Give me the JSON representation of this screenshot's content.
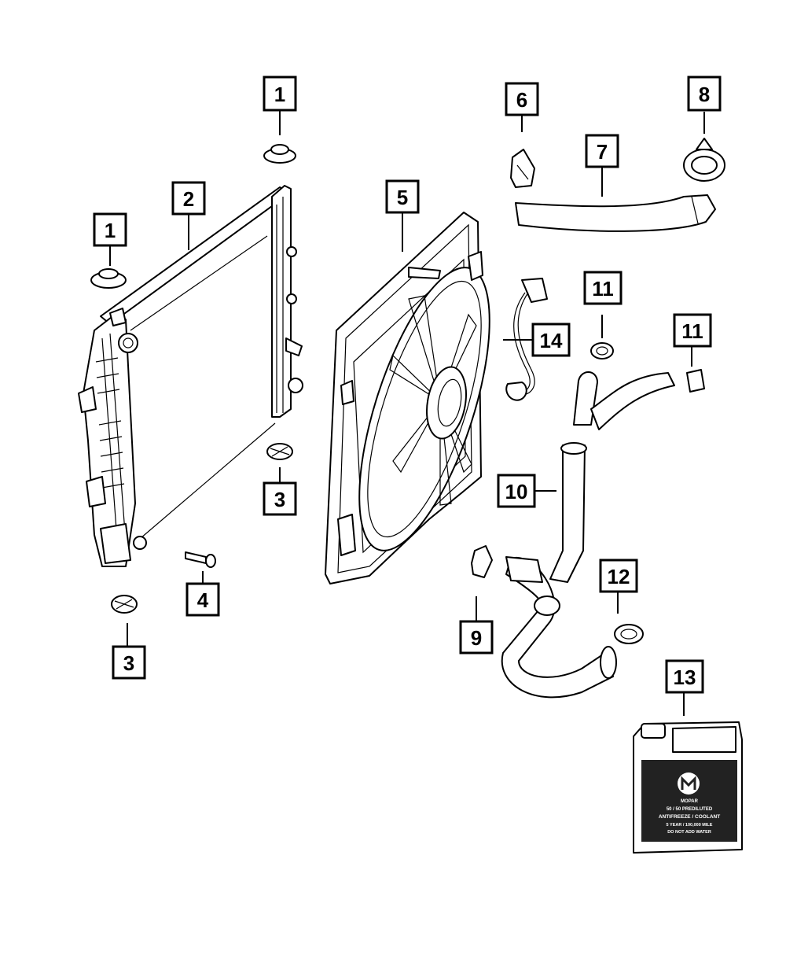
{
  "callouts": {
    "c1a": "1",
    "c1b": "1",
    "c2": "2",
    "c3a": "3",
    "c3b": "3",
    "c4": "4",
    "c5": "5",
    "c6": "6",
    "c7": "7",
    "c8": "8",
    "c9": "9",
    "c10": "10",
    "c11a": "11",
    "c11b": "11",
    "c12": "12",
    "c13": "13",
    "c14": "14"
  },
  "jug_label": {
    "brand": "MOPAR",
    "line1": "50 / 50 PREDILUTED",
    "line2": "ANTIFREEZE / COOLANT",
    "line3": "5 YEAR / 100,000 MILE",
    "line4": "DO NOT ADD WATER"
  },
  "colors": {
    "stroke": "#000000",
    "background": "#ffffff",
    "label_panel": "#222222"
  }
}
